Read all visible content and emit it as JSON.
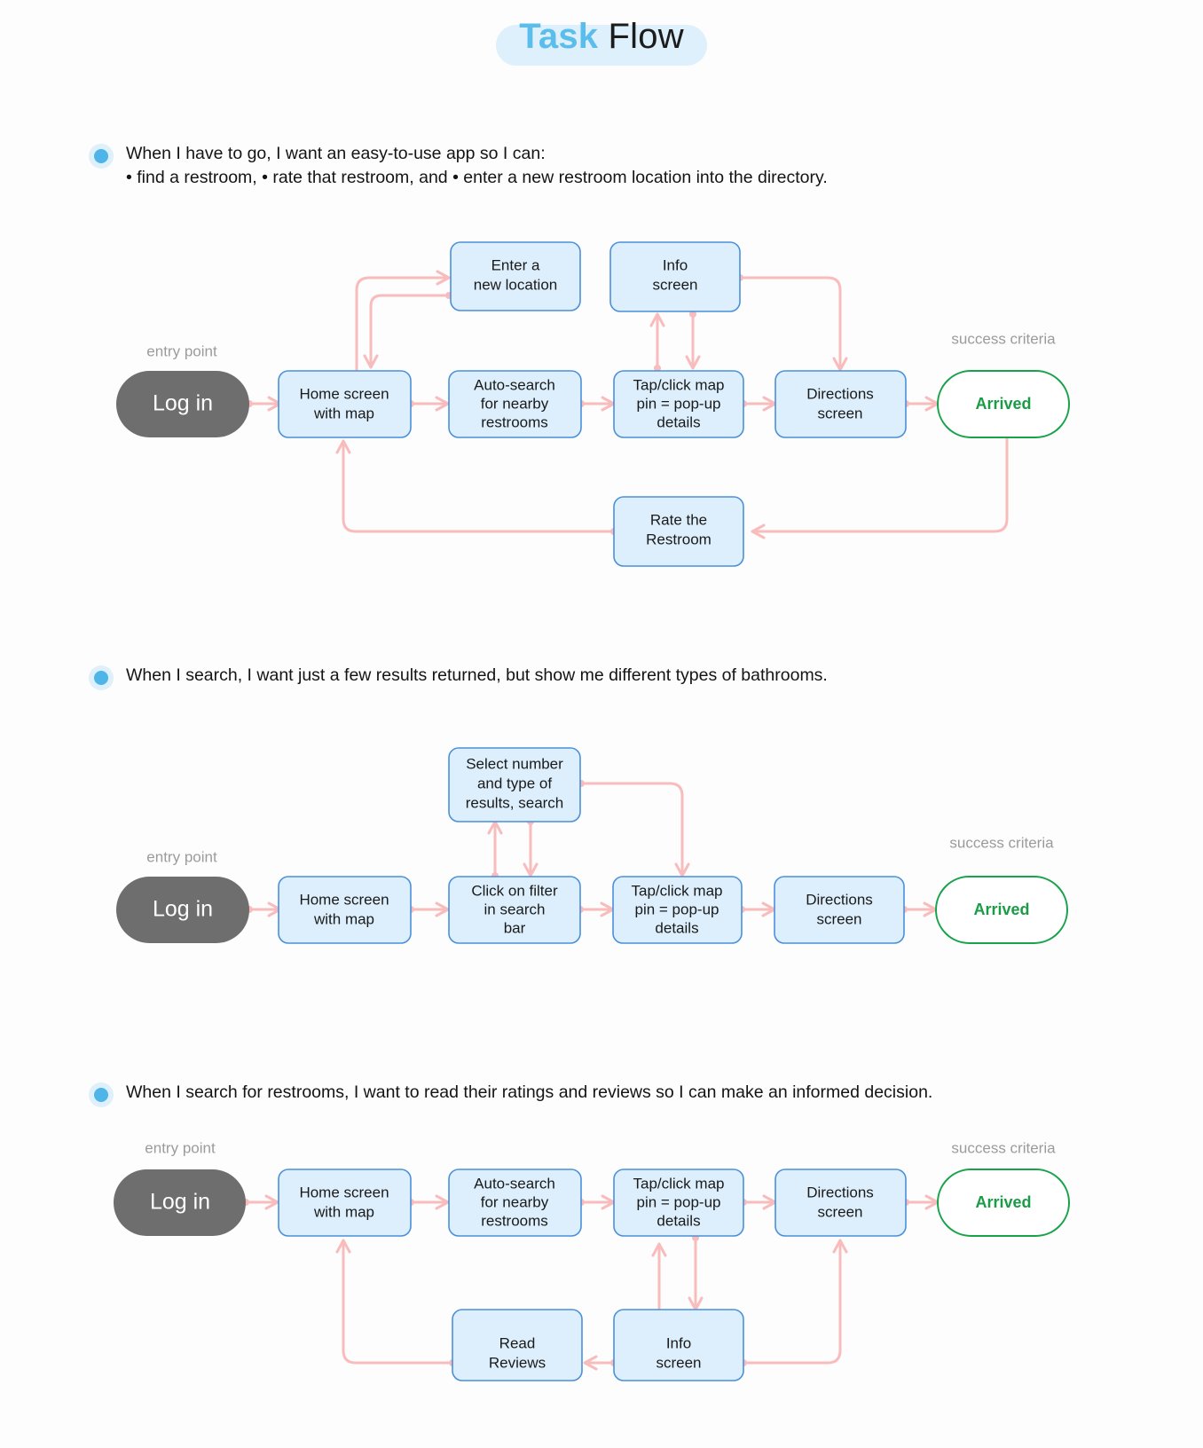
{
  "title": {
    "accent": "Task",
    "rest": " Flow"
  },
  "colors": {
    "accent_blue": "#5bbdeb",
    "node_fill": "#ddeffc",
    "node_border": "#4a90d9",
    "edge_pink": "#f9bcbc",
    "entry_gray": "#6e6e6e",
    "success_green": "#18a34a",
    "caption_gray": "#9b9b9b"
  },
  "labels": {
    "entry_point": "entry point",
    "success_criteria": "success criteria",
    "entry_node": "Log in",
    "success_node": "Arrived"
  },
  "flows": [
    {
      "statement": "When I have to go, I want an easy-to-use app so I can:\n• find a restroom, • rate that restroom, and • enter a new restroom location into the directory.",
      "nodes": [
        {
          "id": "enter-new-location",
          "label": "Enter a\nnew location"
        },
        {
          "id": "info-screen",
          "label": "Info\nscreen"
        },
        {
          "id": "home-screen",
          "label": "Home screen\nwith map"
        },
        {
          "id": "auto-search",
          "label": "Auto-search\nfor nearby\nrestrooms"
        },
        {
          "id": "tap-click-map-pin",
          "label": "Tap/click map\npin = pop-up\ndetails"
        },
        {
          "id": "directions-screen",
          "label": "Directions\nscreen"
        },
        {
          "id": "rate-the-restroom",
          "label": "Rate the\nRestroom"
        }
      ]
    },
    {
      "statement": "When I search, I want just a few results returned, but show me different types of bathrooms.",
      "nodes": [
        {
          "id": "select-number-type",
          "label": "Select number\nand type of\nresults, search"
        },
        {
          "id": "home-screen",
          "label": "Home screen\nwith map"
        },
        {
          "id": "click-on-filter",
          "label": "Click on filter\nin search\nbar"
        },
        {
          "id": "tap-click-map-pin",
          "label": "Tap/click map\npin = pop-up\ndetails"
        },
        {
          "id": "directions-screen",
          "label": "Directions\nscreen"
        }
      ]
    },
    {
      "statement": "When I search for restrooms, I want to read their ratings and reviews so I can make an informed decision.",
      "nodes": [
        {
          "id": "home-screen",
          "label": "Home screen\nwith map"
        },
        {
          "id": "auto-search",
          "label": "Auto-search\nfor nearby\nrestrooms"
        },
        {
          "id": "tap-click-map-pin",
          "label": "Tap/click map\npin = pop-up\ndetails"
        },
        {
          "id": "directions-screen",
          "label": "Directions\nscreen"
        },
        {
          "id": "read-reviews",
          "label": "Read\nReviews"
        },
        {
          "id": "info-screen",
          "label": "Info\nscreen"
        }
      ]
    }
  ]
}
